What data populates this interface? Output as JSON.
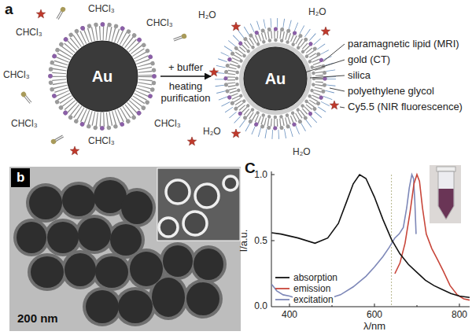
{
  "diagram": {
    "nodes": [
      {
        "text": [
          "Au"
        ]
      },
      {
        "text": [
          "Au"
        ]
      }
    ],
    "edges": [
      {
        "from": 0,
        "to": 1,
        "arrow": "to",
        "label": "+ buffer"
      }
    ],
    "labels": [
      "a",
      "CHCl₃",
      "CHCl₃",
      "CHCl₃",
      "CHCl₃",
      "CHCl₃",
      "CHCl₃",
      "CHCl₃",
      "H₂O",
      "H₂O",
      "H₂O",
      "H₂O",
      "heating",
      "purification",
      "paramagnetic lipid (MRI)",
      "gold (CT)",
      "silica",
      "polyethylene glycol",
      "Cy5.5 (NIR fluorescence)",
      "b",
      "200 nm",
      "C",
      "1.0",
      "0.5",
      "0.0",
      "I/a.u.",
      "400",
      "600",
      "800",
      "λ/nm"
    ],
    "legend": [
      {
        "text": "absorption"
      },
      {
        "text": "emission"
      },
      {
        "text": "excitation"
      }
    ]
  }
}
